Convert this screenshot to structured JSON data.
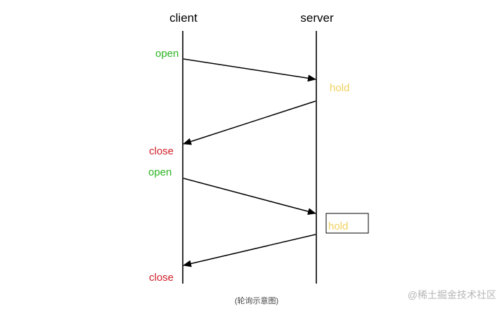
{
  "participants": {
    "client": "client",
    "server": "server"
  },
  "events": {
    "open_1": "open",
    "hold_1": "hold",
    "close_1": "close",
    "open_2": "open",
    "hold_2": "hold",
    "close_2": "close"
  },
  "caption": "(轮询示意图)",
  "watermark": "@稀土掘金技术社区",
  "colors": {
    "open": "#2db324",
    "hold": "#f2d15f",
    "close": "#d0212a",
    "line": "#000000"
  }
}
